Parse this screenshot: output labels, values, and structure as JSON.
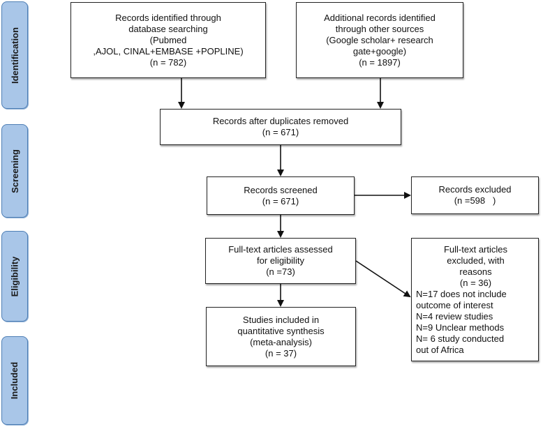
{
  "stages": [
    "Identification",
    "Screening",
    "Eligibility",
    "Included"
  ],
  "boxes": {
    "db_search": [
      "Records identified through",
      "database searching",
      "(Pubmed",
      ",AJOL, CINAL+EMBASE +POPLINE)",
      "(n = 782)"
    ],
    "other_sources": [
      "Additional records identified",
      "through other sources",
      "(Google scholar+ research",
      "gate+google)",
      "(n = 1897)"
    ],
    "duplicates_removed": [
      "Records after duplicates removed",
      "(n = 671)"
    ],
    "screened": [
      "Records screened",
      "(n = 671)"
    ],
    "excluded": [
      "Records excluded",
      "(n =598   )"
    ],
    "fulltext_assessed": [
      "Full-text articles assessed",
      "for eligibility",
      "(n =73)"
    ],
    "fulltext_excluded": [
      "Full-text articles",
      "excluded, with",
      "reasons",
      "(n = 36)",
      "N=17 does not include",
      "outcome of interest",
      "N=4 review studies",
      "N=9 Unclear methods",
      "N= 6 study conducted",
      "out of Africa"
    ],
    "included": [
      "Studies included in",
      "quantitative synthesis",
      "(meta-analysis)",
      "(n = 37)"
    ]
  },
  "colors": {
    "stage_fill": "#a9c6e8",
    "stage_border": "#4f7fb5",
    "box_border": "#222222"
  }
}
